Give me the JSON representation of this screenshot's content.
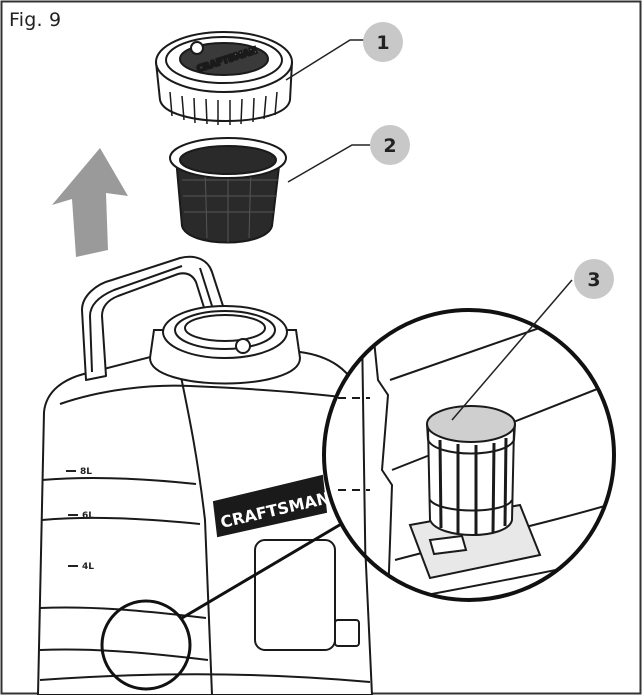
{
  "figure": {
    "title": "Fig. 9",
    "callouts": [
      {
        "number": "1",
        "part": "cap"
      },
      {
        "number": "2",
        "part": "strainer-basket"
      },
      {
        "number": "3",
        "part": "float-valve"
      }
    ],
    "tank_markings": [
      "8L",
      "6L",
      "4L"
    ],
    "brand": "CRAFTSMAN",
    "cap_brand": "CRAFTSMAN",
    "colors": {
      "line": "#1a1a1a",
      "callout_fill": "#c8c8c8",
      "arrow": "#9a9a9a",
      "mesh": "#2a2a2a",
      "filter_top": "#cfcfcf",
      "border": "#333333"
    }
  }
}
